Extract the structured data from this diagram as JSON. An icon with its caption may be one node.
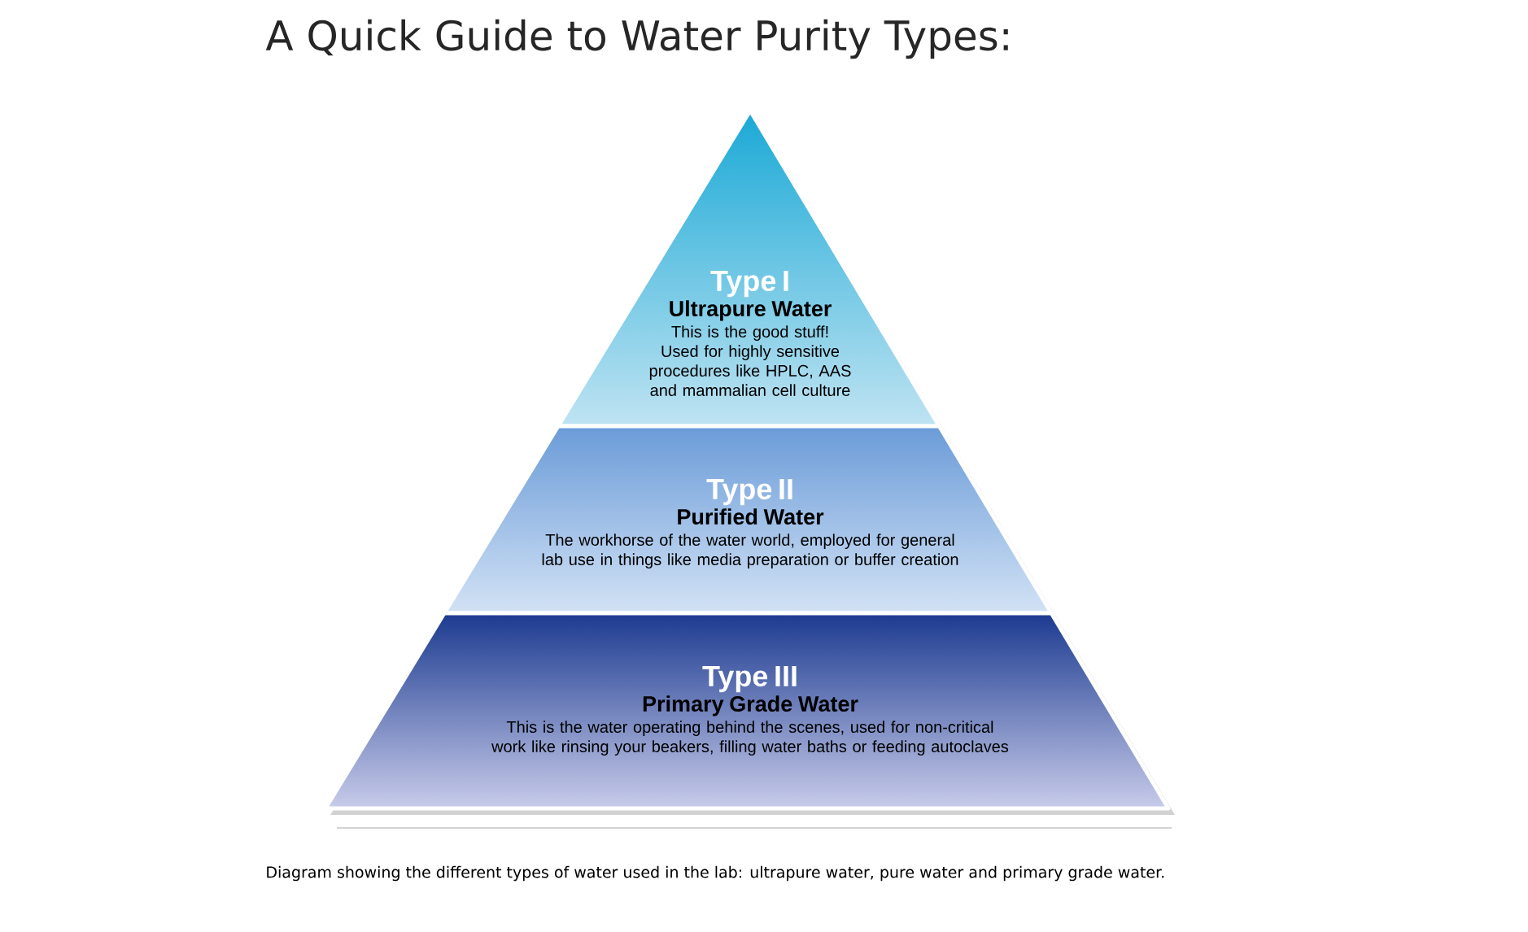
{
  "diagram": {
    "title": "A Quick Guide to Water Purity Types:",
    "caption": "Diagram showing the different types of water used in the lab: ultrapure water, pure water and primary grade water.",
    "nodes": [
      {
        "text": [
          "Type I",
          "Ultrapure Water",
          "This is the good stuff! Used for highly sensitive procedures like HPLC, AAS and mammalian cell culture"
        ]
      },
      {
        "text": [
          "Type II",
          "Purified Water",
          "The workhorse of the water world, employed for general lab use in things like media preparation or buffer creation"
        ]
      },
      {
        "text": [
          "Type III",
          "Primary Grade Water",
          "This is the water operating behind the scenes, used for non-critical work like rinsing your beakers, filling water baths or feeding autoclaves"
        ]
      }
    ]
  }
}
